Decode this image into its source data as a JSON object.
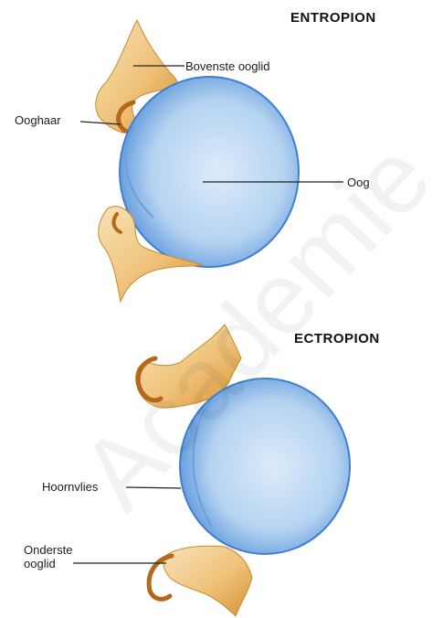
{
  "titles": {
    "top": "ENTROPION",
    "bottom": "ECTROPION"
  },
  "labels": {
    "upper_lid": "Bovenste ooglid",
    "eyelash": "Ooghaar",
    "eye": "Oog",
    "cornea": "Hoornvlies",
    "lower_lid": "Onderste\nooglid"
  },
  "watermark": "Academie",
  "colors": {
    "eyeball": "#a9cbee",
    "eyeball_edge": "#3f7fcf",
    "eyelid": "#f2cf8e",
    "eyelid_dark": "#c97d1c",
    "line": "#222222"
  }
}
